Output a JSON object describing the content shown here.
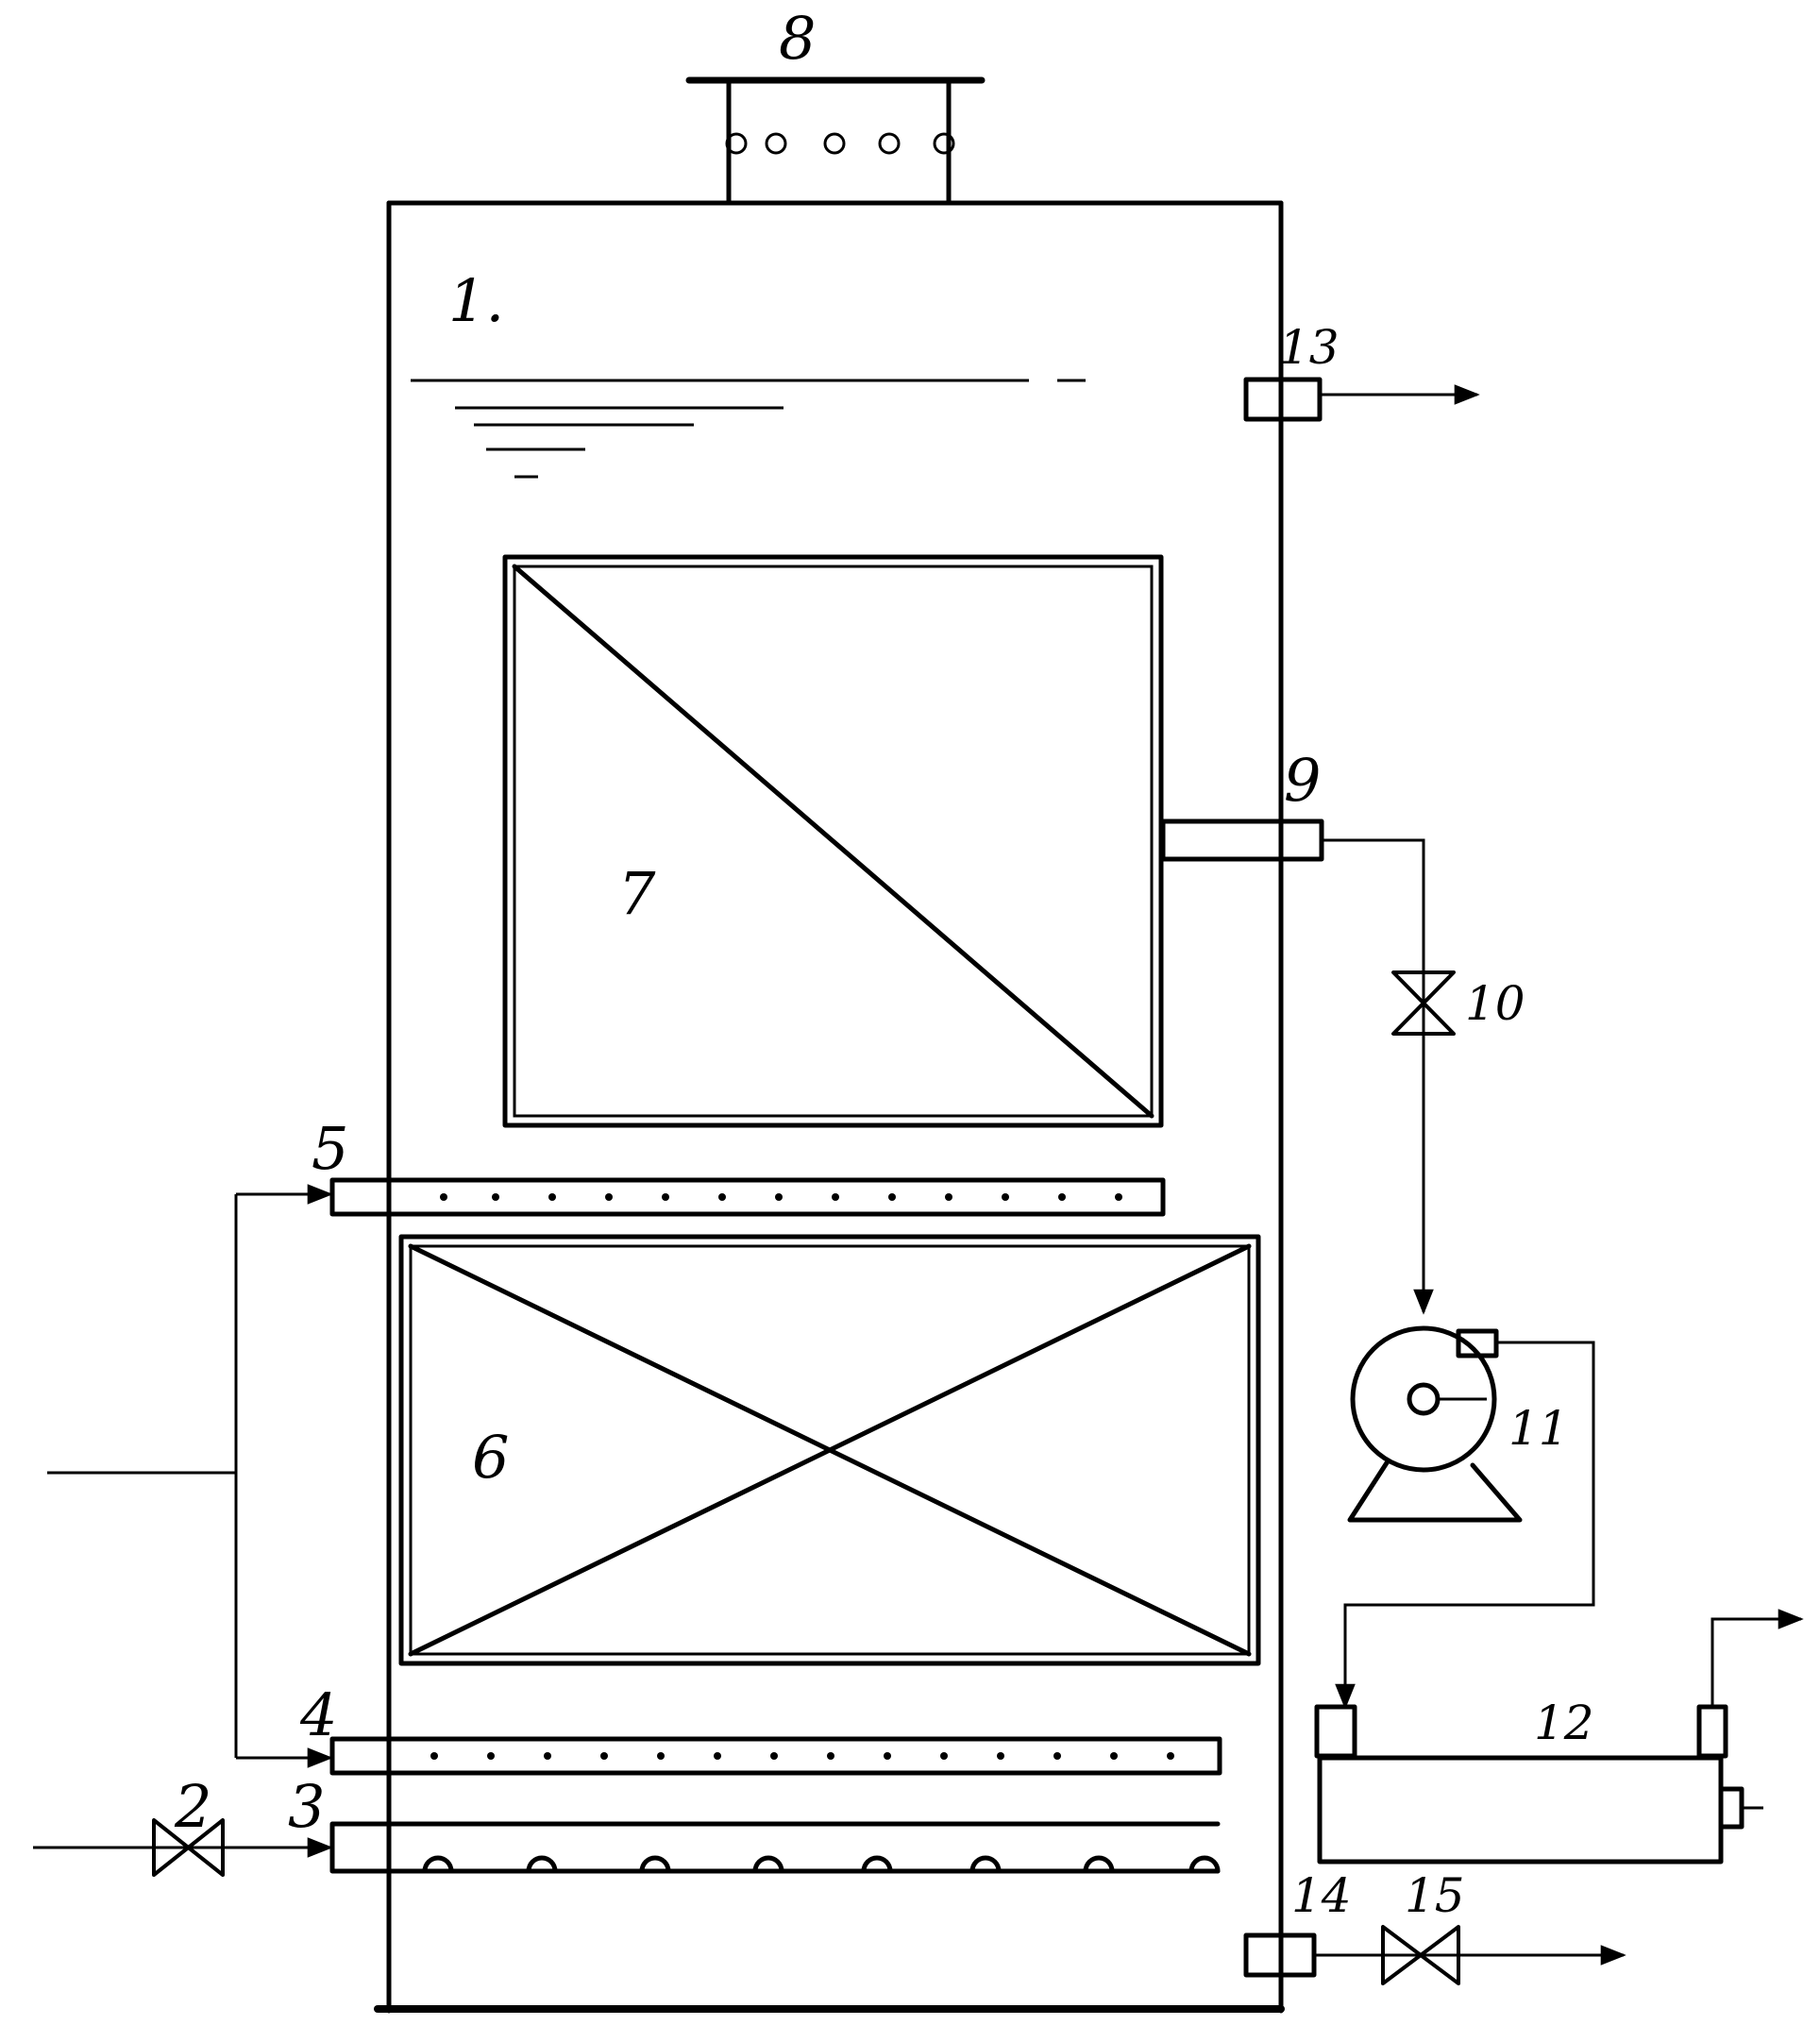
{
  "labels": {
    "tank": "1.",
    "valve_inlet": "2",
    "pipe_bottom": "3",
    "pipe_aerator_low": "4",
    "pipe_aerator_high": "5",
    "packing_block": "6",
    "membrane_module": "7",
    "top_vent": "8",
    "membrane_outlet": "9",
    "valve_suction": "10",
    "pump": "11",
    "tank_product": "12",
    "overflow_port": "13",
    "drain_port": "14",
    "valve_drain": "15"
  },
  "colors": {
    "ink": "#000000",
    "paper": "#ffffff"
  }
}
